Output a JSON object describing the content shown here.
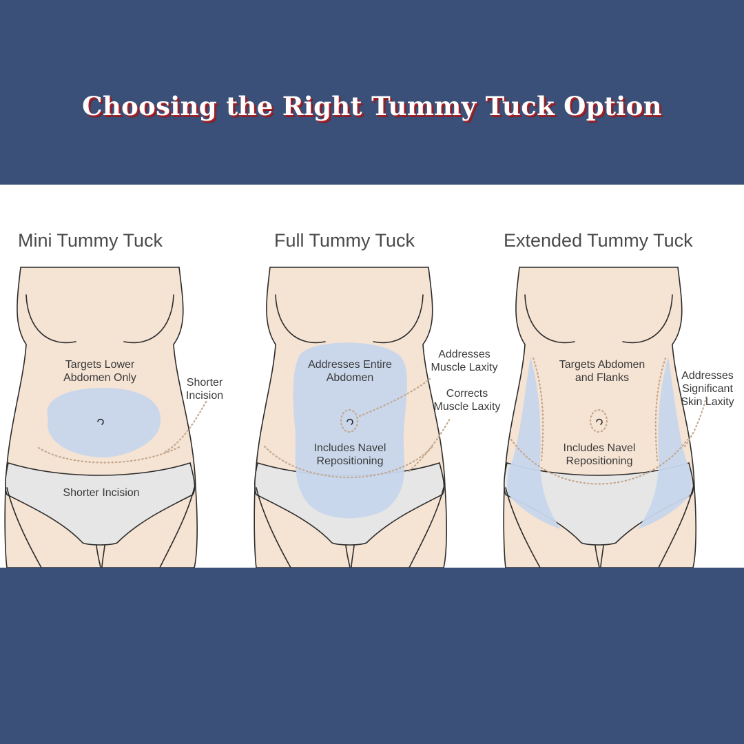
{
  "title": "Choosing the Right Tummy Tuck Option",
  "colors": {
    "banner": "#3a5079",
    "title_shadow": "#a3242b",
    "skin": "#f5e3d3",
    "treated_area": "#c7d6ec",
    "underwear": "#e6e6e6",
    "outline": "#2b2b2b",
    "incision_dots": "#c4a88e"
  },
  "options": [
    {
      "title": "Mini Tummy Tuck",
      "labels": {
        "area": "Targets Lower\nAbdomen Only",
        "callout": "Shorter\nIncision",
        "underwear": "Shorter Incision"
      }
    },
    {
      "title": "Full Tummy Tuck",
      "labels": {
        "area": "Addresses Entire\nAbdomen",
        "callout_top": "Addresses\nMuscle Laxity",
        "callout_bottom": "Corrects\nMuscle Laxity",
        "navel": "Includes Navel\nRepositioning"
      }
    },
    {
      "title": "Extended Tummy Tuck",
      "labels": {
        "area": "Targets Abdomen\nand Flanks",
        "callout": "Addresses\nSignificant\nSkin Laxity",
        "navel": "Includes Navel\nRepositioning"
      }
    }
  ]
}
